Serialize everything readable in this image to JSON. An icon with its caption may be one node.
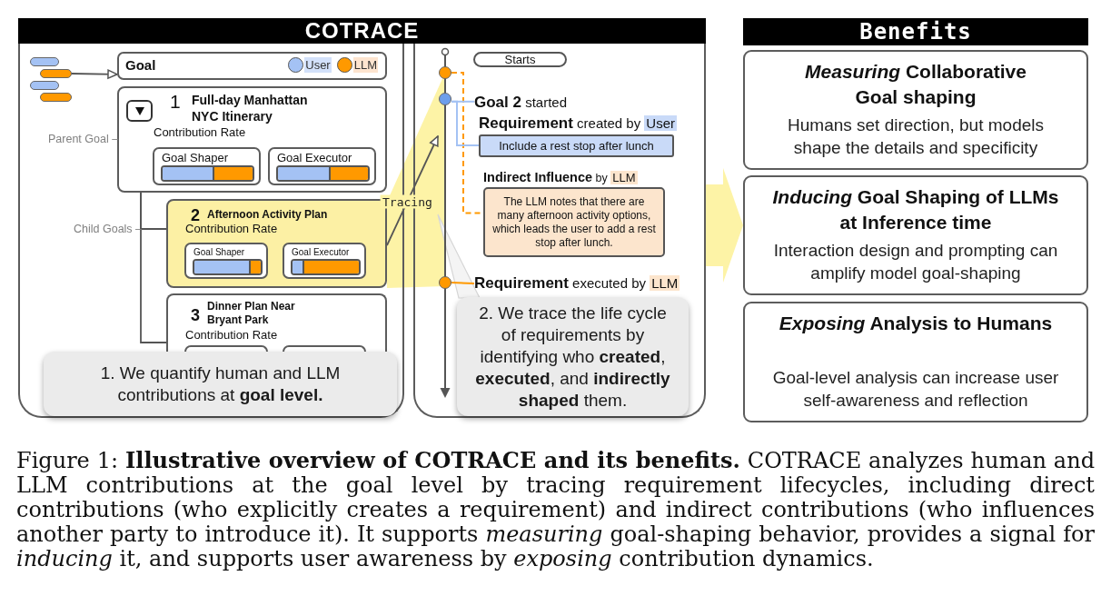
{
  "diagram": {
    "nodes": [
      {
        "text": [
          "COTRACE"
        ]
      },
      {
        "text": [],
        "shape": "box",
        "in": 0
      },
      {
        "text": [],
        "shape": "box",
        "in": 0
      },
      {
        "text": [],
        "shape": "picture",
        "in": 1
      },
      {
        "text": [
          "Goal"
        ],
        "in": 1
      },
      {
        "text": [
          "1",
          "Full-day Manhattan NYC Itinerary",
          "Contribution Rate"
        ],
        "in": 1,
        "beside": [
          "Parent Goal –"
        ]
      },
      {
        "text": [
          "Goal Shaper"
        ],
        "in": 5
      },
      {
        "text": [
          "Goal Executor"
        ],
        "in": 5
      },
      {
        "text": [
          "2",
          "Afternoon Activity Plan",
          "Contribution Rate"
        ],
        "in": 1
      },
      {
        "text": [
          "Goal Shaper"
        ],
        "in": 8
      },
      {
        "text": [
          "Goal Executor"
        ],
        "in": 8
      },
      {
        "text": [
          "3",
          "Dinner Plan Near Bryant Park",
          "Contribution Rate"
        ],
        "in": 1
      },
      {
        "text": [],
        "shape": "box",
        "in": 11
      },
      {
        "text": [],
        "shape": "box",
        "in": 11
      },
      {
        "text": [
          "1. We quantify human and LLM contributions at **goal level.**"
        ],
        "in": 1
      },
      {
        "text": [],
        "shape": "bar",
        "in": 2
      },
      {
        "text": [
          "Starts"
        ],
        "in": 2
      },
      {
        "text": [],
        "shape": "circle",
        "in": 15
      },
      {
        "text": [],
        "shape": "circle",
        "in": 15
      },
      {
        "text": [
          "**Goal 2** started"
        ],
        "in": 2
      },
      {
        "text": [
          "**Requirement** created by",
          "User",
          "Include a rest stop after lunch"
        ],
        "in": 2
      },
      {
        "text": [
          "**Indirect Influence** by",
          "LLM",
          "The LLM notes that there are many afternoon activity options, which leads the user to add a rest stop after lunch."
        ],
        "in": 2
      },
      {
        "text": [],
        "shape": "circle",
        "in": 15
      },
      {
        "text": [
          "**Requirement** executed by",
          "LLM"
        ],
        "in": 2
      },
      {
        "text": [
          "2. We trace the life cycle of requirements by identifying who **created**, **executed**, and **indirectly shaped** them."
        ],
        "in": 2
      },
      {
        "text": [
          "Benefits"
        ]
      },
      {
        "text": [
          "*Measuring* Collaborative Goal shaping",
          "Humans set direction, but models shape the details and specificity"
        ],
        "in": 25
      },
      {
        "text": [
          "*Inducing* Goal Shaping of LLMs at Inference time",
          "Interaction design and prompting can amplify model goal-shaping"
        ],
        "in": 25
      },
      {
        "text": [
          "*Exposing* Analysis to Humans",
          "Goal-level analysis can increase user self-awareness and reflection"
        ],
        "in": 25
      }
    ],
    "edges": [
      {
        "from": 3,
        "to": 4,
        "arrow": "to"
      },
      {
        "from": 5,
        "to": 8,
        "arrow": "none"
      },
      {
        "from": 5,
        "to": 11,
        "arrow": "none"
      },
      {
        "from": 8,
        "to": 15,
        "arrow": "to",
        "label": "Tracing"
      },
      {
        "from": 17,
        "to": 21,
        "arrow": "none",
        "style": "dashed",
        "color": "#ff9900"
      },
      {
        "from": 18,
        "to": 19,
        "arrow": "none",
        "color": "#a4c2f4"
      },
      {
        "from": 18,
        "to": 20,
        "arrow": "none",
        "color": "#a4c2f4"
      },
      {
        "from": 22,
        "to": 23,
        "arrow": "none",
        "color": "#ff9900"
      },
      {
        "from": 0,
        "to": 25,
        "arrow": "to",
        "style": "thick",
        "color": "#fdf3a6"
      }
    ],
    "labels": [
      "Child Goals –"
    ],
    "legend": [
      {
        "text": "User",
        "color": "#a4c2f4"
      },
      {
        "text": "LLM",
        "color": "#ff9900"
      }
    ],
    "caption": "Figure 1: **Illustrative overview of COTRACE and its benefits.** COTRACE analyzes human and LLM contributions at the goal level by tracing requirement lifecycles, including direct contributions (who explicitly creates a requirement) and indirect contributions (who influences another party to introduce it). It supports *measuring* goal-shaping behavior, provides a signal for *inducing* it, and supports user awareness by *exposing* contribution dynamics."
  }
}
